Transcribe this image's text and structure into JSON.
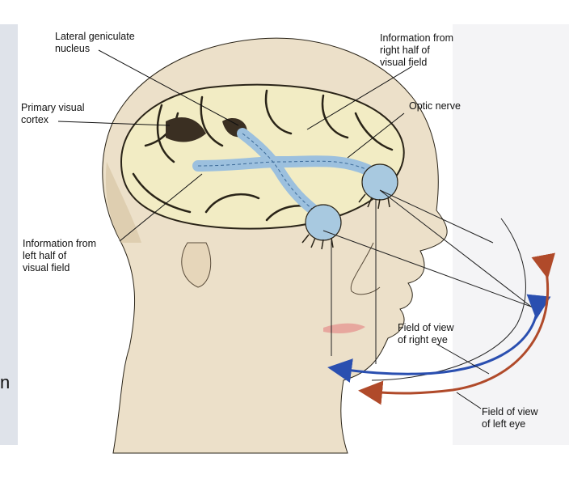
{
  "labels": {
    "lgn": "Lateral geniculate\nnucleus",
    "right_info": "Information from\nright half of\nvisual field",
    "optic_nerve": "Optic nerve",
    "v1": "Primary visual\ncortex",
    "left_info": "Information from\nleft half of\nvisual field",
    "fov_right": "Field of view\nof right eye",
    "fov_left": "Field of view\nof left eye"
  },
  "edge_glyph": "n",
  "colors": {
    "skin": "#ece0c9",
    "skin_shadow": "#d9c6a5",
    "brain_tissue": "#f2ecc4",
    "brain_outline": "#2a2418",
    "optic_pathway": "#9cc0de",
    "right_eye_arrow": "#2a4fb0",
    "left_eye_arrow": "#b04a2a",
    "lip": "#e7a79e",
    "page_strip": "#dfe3ea"
  }
}
